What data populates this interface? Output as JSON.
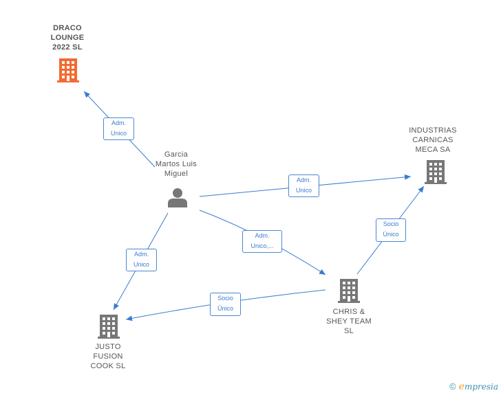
{
  "colors": {
    "edge": "#3b7bd0",
    "company": "#777777",
    "company_highlight": "#f26a30",
    "person": "#777777",
    "label_text": "#555555"
  },
  "nodes": {
    "draco": {
      "label": "DRACO\nLOUNGE\n2022  SL",
      "icon": "building-icon",
      "highlight": true
    },
    "garcia": {
      "label": "Garcia\nMartos Luis\nMiguel",
      "icon": "person-icon"
    },
    "industrias": {
      "label": "INDUSTRIAS\nCARNICAS\nMECA SA",
      "icon": "building-icon"
    },
    "chris": {
      "label": "CHRIS &\nSHEY TEAM\nSL",
      "icon": "building-icon"
    },
    "justo": {
      "label": "JUSTO\nFUSION\nCOOK  SL",
      "icon": "building-icon"
    }
  },
  "edges": {
    "garcia_draco": "Adm.\nUnico",
    "garcia_industrias": "Adm.\nUnico",
    "garcia_chris": "Adm.\nUnico,...",
    "garcia_justo": "Adm.\nUnico",
    "chris_industrias": "Socio\nÚnico",
    "chris_justo": "Socio\nÚnico"
  },
  "footer": {
    "copyright_symbol": "©",
    "brand_initial": "e",
    "brand_rest": "mpresia"
  }
}
